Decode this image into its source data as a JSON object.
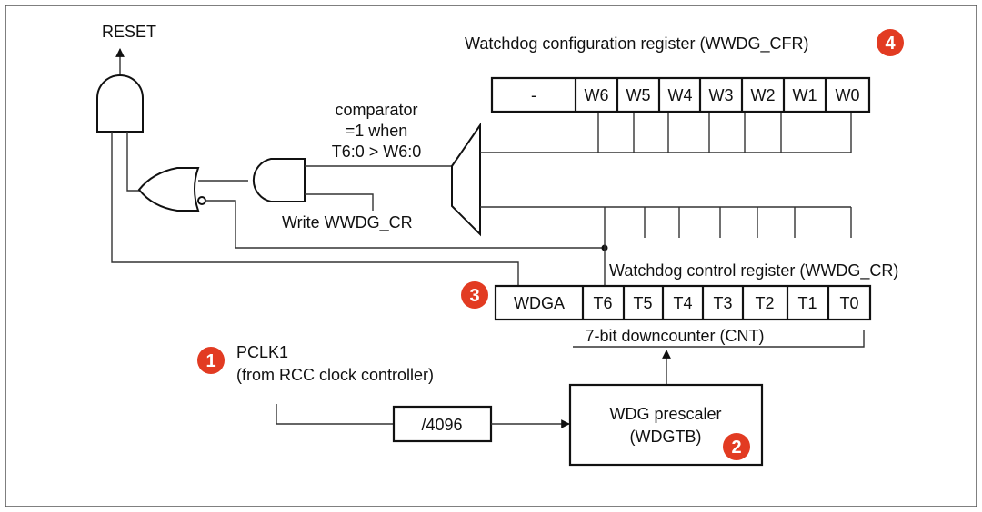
{
  "reset_label": "RESET",
  "comparator": {
    "line1": "comparator",
    "line2": "=1 when",
    "line3": "T6:0 > W6:0"
  },
  "write_label": "Write WWDG_CR",
  "cfr": {
    "title": "Watchdog configuration register (WWDG_CFR)",
    "badge": "4",
    "cells": [
      "-",
      "W6",
      "W5",
      "W4",
      "W3",
      "W2",
      "W1",
      "W0"
    ]
  },
  "cr": {
    "title": "Watchdog control register (WWDG_CR)",
    "badge": "3",
    "cells": [
      "WDGA",
      "T6",
      "T5",
      "T4",
      "T3",
      "T2",
      "T1",
      "T0"
    ],
    "counter_label": "7-bit downcounter (CNT)"
  },
  "clock": {
    "badge": "1",
    "line1": "PCLK1",
    "line2": "(from RCC clock controller)"
  },
  "divider_label": "/4096",
  "prescaler": {
    "line1": "WDG prescaler",
    "line2": "(WDGTB)",
    "badge": "2"
  },
  "colors": {
    "badge": "#e23b22",
    "border": "#555555"
  }
}
